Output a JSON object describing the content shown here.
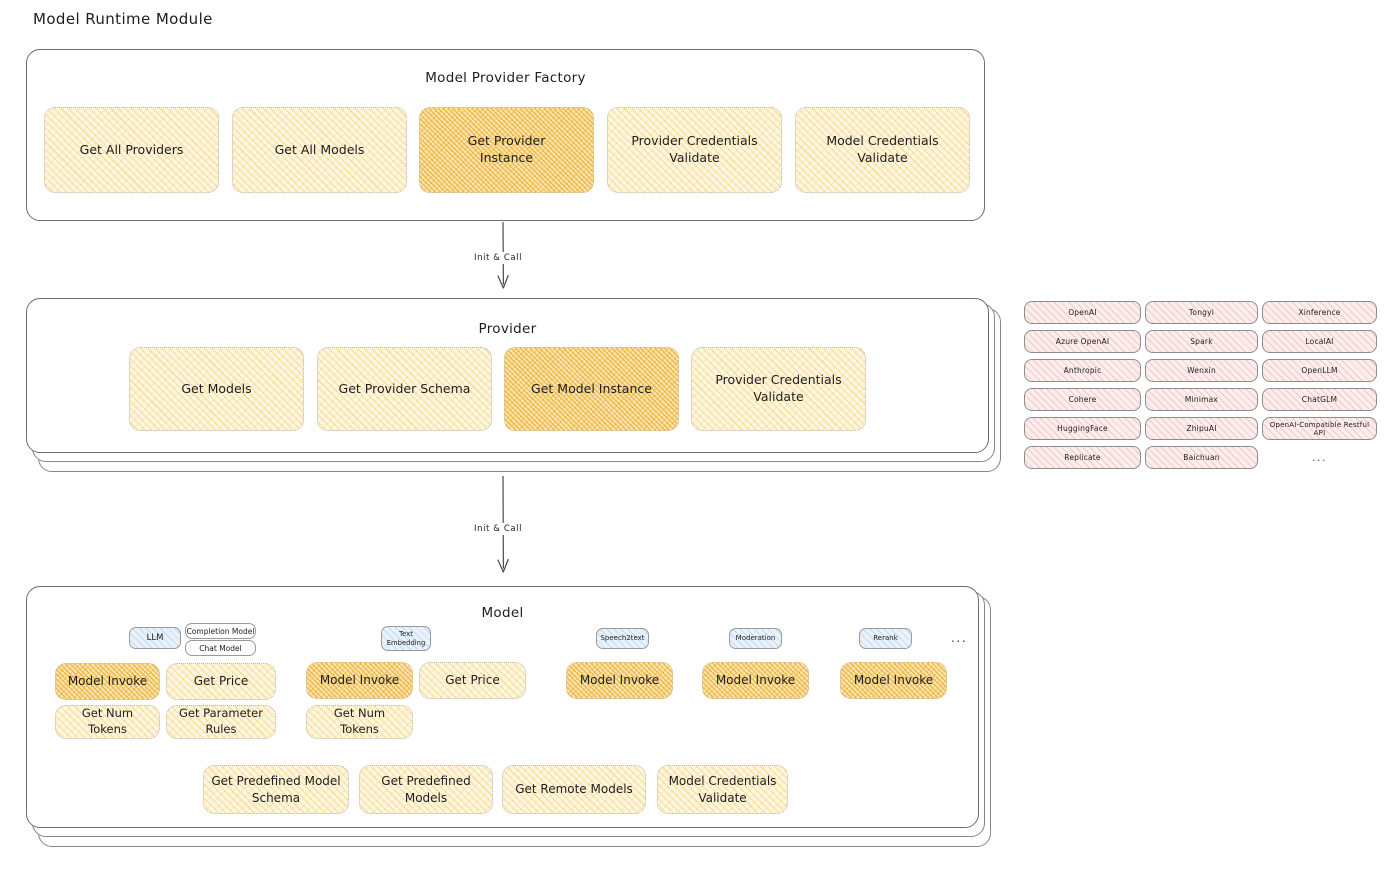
{
  "page": {
    "title": "Model Runtime Module"
  },
  "factory": {
    "title": "Model Provider Factory",
    "nodes": [
      {
        "label": "Get All Providers",
        "highlight": false
      },
      {
        "label": "Get All Models",
        "highlight": false
      },
      {
        "label": "Get Provider\nInstance",
        "highlight": true
      },
      {
        "label": "Provider Credentials\nValidate",
        "highlight": false
      },
      {
        "label": "Model Credentials\nValidate",
        "highlight": false
      }
    ]
  },
  "arrows": [
    {
      "label": "Init & Call"
    },
    {
      "label": "Init & Call"
    }
  ],
  "provider": {
    "title": "Provider",
    "nodes": [
      {
        "label": "Get Models",
        "highlight": false
      },
      {
        "label": "Get Provider Schema",
        "highlight": false
      },
      {
        "label": "Get Model Instance",
        "highlight": true
      },
      {
        "label": "Provider Credentials\nValidate",
        "highlight": false
      }
    ]
  },
  "provider_list": {
    "columns": [
      [
        "OpenAI",
        "Azure OpenAI",
        "Anthropic",
        "Cohere",
        "HuggingFace",
        "Replicate"
      ],
      [
        "Tongyi",
        "Spark",
        "Wenxin",
        "Minimax",
        "ZhipuAI",
        "Baichuan"
      ],
      [
        "Xinference",
        "LocalAI",
        "OpenLLM",
        "ChatGLM",
        "OpenAI-Compatible Restful API"
      ]
    ],
    "more": "..."
  },
  "model": {
    "title": "Model",
    "more": "...",
    "types": [
      {
        "badge": "LLM",
        "sub_badges": [
          "Completion Model",
          "Chat Model"
        ],
        "methods": [
          {
            "label": "Model Invoke",
            "highlight": true
          },
          {
            "label": "Get Price",
            "highlight": false
          },
          {
            "label": "Get Num Tokens",
            "highlight": false
          },
          {
            "label": "Get Parameter\nRules",
            "highlight": false
          }
        ]
      },
      {
        "badge": "Text\nEmbedding",
        "sub_badges": [],
        "methods": [
          {
            "label": "Model Invoke",
            "highlight": true
          },
          {
            "label": "Get Price",
            "highlight": false
          },
          {
            "label": "Get Num Tokens",
            "highlight": false
          }
        ]
      },
      {
        "badge": "Speech2text",
        "sub_badges": [],
        "methods": [
          {
            "label": "Model Invoke",
            "highlight": true
          }
        ]
      },
      {
        "badge": "Moderation",
        "sub_badges": [],
        "methods": [
          {
            "label": "Model Invoke",
            "highlight": true
          }
        ]
      },
      {
        "badge": "Rerank",
        "sub_badges": [],
        "methods": [
          {
            "label": "Model Invoke",
            "highlight": true
          }
        ]
      }
    ],
    "common_methods": [
      {
        "label": "Get Predefined Model\nSchema"
      },
      {
        "label": "Get Predefined\nModels"
      },
      {
        "label": "Get Remote Models"
      },
      {
        "label": "Model Credentials\nValidate"
      }
    ]
  },
  "colors": {
    "node_fill": "#fdf6e1",
    "node_highlight_fill": "#fbe7b6",
    "badge_blue_fill": "#e9f2fb",
    "chip_pink_fill": "#fdeeee",
    "stroke": "#6d6d6d",
    "text": "#1e1e1e"
  }
}
